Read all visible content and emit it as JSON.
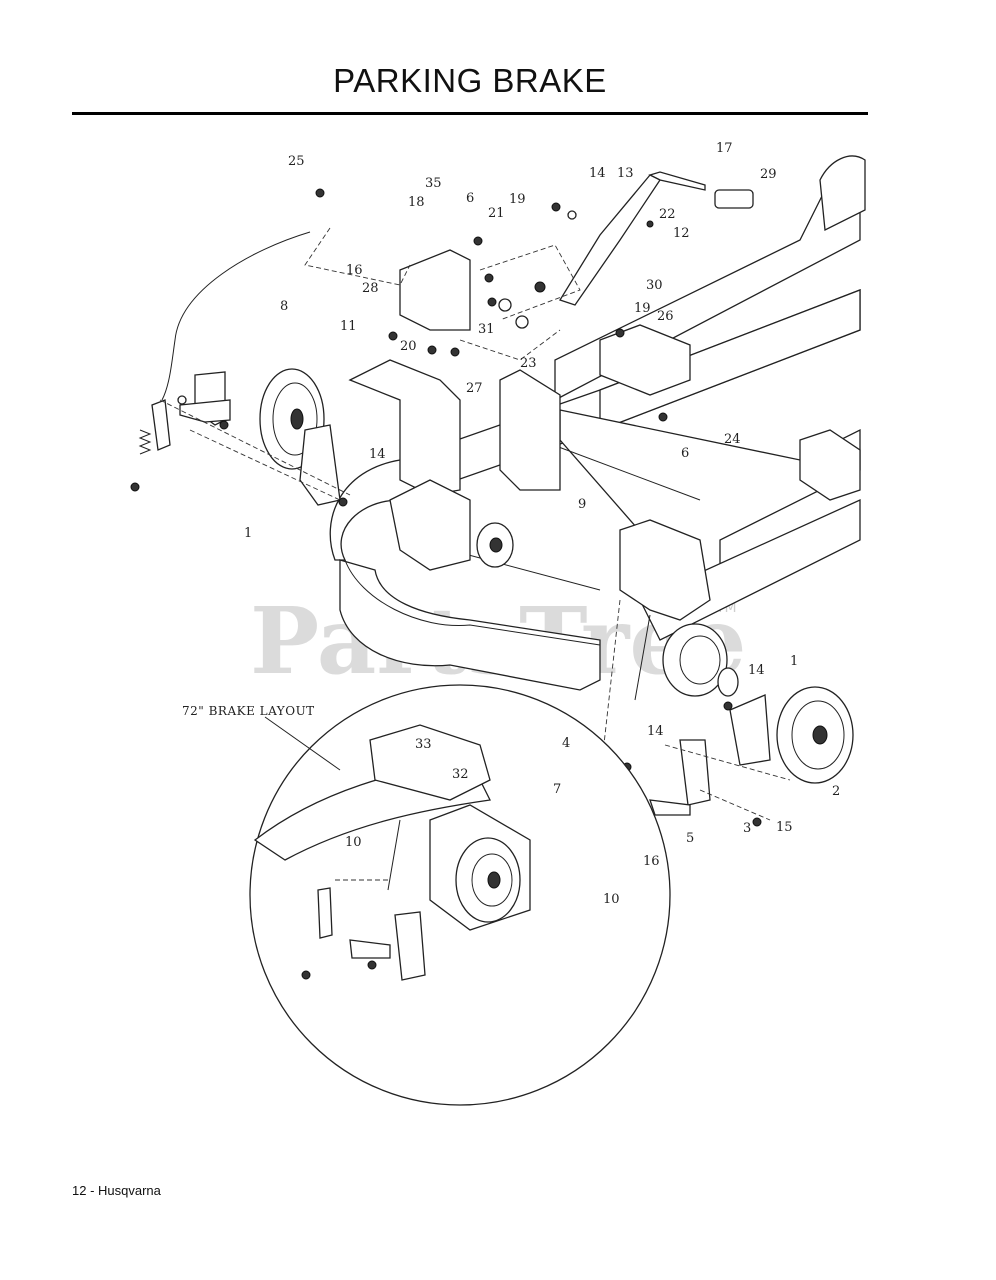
{
  "page": {
    "title": "PARKING BRAKE",
    "footer": "12 - Husqvarna"
  },
  "watermark": {
    "text": "PartsTree",
    "tm": "TM"
  },
  "inset": {
    "label": "72\" BRAKE LAYOUT"
  },
  "callouts": [
    "25",
    "35",
    "18",
    "6",
    "21",
    "19",
    "14",
    "13",
    "17",
    "29",
    "22",
    "12",
    "16",
    "28",
    "8",
    "30",
    "19",
    "26",
    "11",
    "31",
    "20",
    "23",
    "27",
    "24",
    "6",
    "14",
    "9",
    "1",
    "1",
    "14",
    "4",
    "14",
    "7",
    "5",
    "3",
    "15",
    "16",
    "10",
    "2",
    "33",
    "32",
    "10"
  ]
}
